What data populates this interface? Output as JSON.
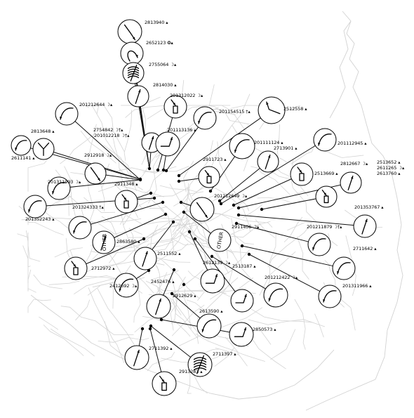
{
  "map": {
    "colors": {
      "roads": "#d4d4d4",
      "leaders": "#111111",
      "glyph_outline": "#000000",
      "background": "#ffffff"
    }
  },
  "accidents": [
    {
      "id": "2813940",
      "icons": "car",
      "manoeuvre": "right-turn"
    },
    {
      "id": "2652123",
      "icons": "bicycle,car",
      "manoeuvre": "u-turn"
    },
    {
      "id": "2755064",
      "icons": "night,car",
      "manoeuvre": "skid"
    },
    {
      "id": "2814030",
      "icons": "car",
      "manoeuvre": "straight"
    },
    {
      "id": "201312022",
      "icons": "night,car",
      "manoeuvre": "parked"
    },
    {
      "id": "201154515",
      "icons": "pedestrian,car",
      "manoeuvre": "curve"
    },
    {
      "id": "2512558",
      "icons": "car",
      "manoeuvre": "reverse-turn"
    },
    {
      "id": "201212644",
      "icons": "night,car",
      "manoeuvre": "curve"
    },
    {
      "id": "2754842",
      "icons": "night,pedestrian,car",
      "manoeuvre": "straight"
    },
    {
      "id": "201012218",
      "icons": "night,pedestrian,car",
      "manoeuvre": "turn"
    },
    {
      "id": "201113136",
      "icons": "car",
      "manoeuvre": "turn"
    },
    {
      "id": "2813648",
      "icons": "car",
      "manoeuvre": "curve"
    },
    {
      "id": "2611141",
      "icons": "car",
      "manoeuvre": "fork"
    },
    {
      "id": "2912918",
      "icons": "night,car",
      "manoeuvre": "right-turn"
    },
    {
      "id": "2911723",
      "icons": "car",
      "manoeuvre": "parked"
    },
    {
      "id": "201111124",
      "icons": "car",
      "manoeuvre": "curve"
    },
    {
      "id": "2713901",
      "icons": "car",
      "manoeuvre": "straight"
    },
    {
      "id": "201112945",
      "icons": "car",
      "manoeuvre": "curve"
    },
    {
      "id": "2812667",
      "icons": "night,car",
      "manoeuvre": "parked"
    },
    {
      "id": "2513652",
      "icons": "car",
      "manoeuvre": "straight"
    },
    {
      "id": "2611265",
      "icons": "night,car",
      "manoeuvre": "straight"
    },
    {
      "id": "2613760",
      "icons": "car",
      "manoeuvre": "straight"
    },
    {
      "id": "201311993",
      "icons": "night,car",
      "manoeuvre": "curve"
    },
    {
      "id": "2911348",
      "icons": "car",
      "manoeuvre": "parked"
    },
    {
      "id": "2513669",
      "icons": "car",
      "manoeuvre": "parked"
    },
    {
      "id": "201212649",
      "icons": "night,car",
      "manoeuvre": "right-turn"
    },
    {
      "id": "201324333",
      "icons": "pedestrian,car",
      "manoeuvre": "curve"
    },
    {
      "id": "201352243",
      "icons": "car",
      "manoeuvre": "curve"
    },
    {
      "id": "201353767",
      "icons": "car",
      "manoeuvre": "straight"
    },
    {
      "id": "2911406",
      "icons": "night,car",
      "manoeuvre": "other"
    },
    {
      "id": "201211879",
      "icons": "night,pedestrian,car",
      "manoeuvre": "curve"
    },
    {
      "id": "2863580",
      "icons": "car",
      "manoeuvre": "straight"
    },
    {
      "id": "2511552",
      "icons": "car",
      "manoeuvre": "straight"
    },
    {
      "id": "2711642",
      "icons": "car",
      "manoeuvre": "curve"
    },
    {
      "id": "2712972",
      "icons": "car",
      "manoeuvre": "parked"
    },
    {
      "id": "2612139",
      "icons": "night,car",
      "manoeuvre": "turn"
    },
    {
      "id": "2513187",
      "icons": "car",
      "manoeuvre": "turn"
    },
    {
      "id": "201212422",
      "icons": "night,car",
      "manoeuvre": "curve"
    },
    {
      "id": "201311966",
      "icons": "car",
      "manoeuvre": "curve"
    },
    {
      "id": "2412692",
      "icons": "night,car",
      "manoeuvre": "curve"
    },
    {
      "id": "2452476",
      "icons": "car",
      "manoeuvre": "straight"
    },
    {
      "id": "2912629",
      "icons": "car",
      "manoeuvre": "curve"
    },
    {
      "id": "2613590",
      "icons": "car",
      "manoeuvre": "parked"
    },
    {
      "id": "2850573",
      "icons": "car",
      "manoeuvre": "turn"
    },
    {
      "id": "2711392",
      "icons": "car",
      "manoeuvre": "straight"
    },
    {
      "id": "2711397",
      "icons": "car",
      "manoeuvre": "skid"
    },
    {
      "id": "2913283",
      "icons": "car",
      "manoeuvre": "parked"
    }
  ],
  "glyph_texts": {
    "other_a": "OTHER",
    "other_b": "OTHER"
  }
}
